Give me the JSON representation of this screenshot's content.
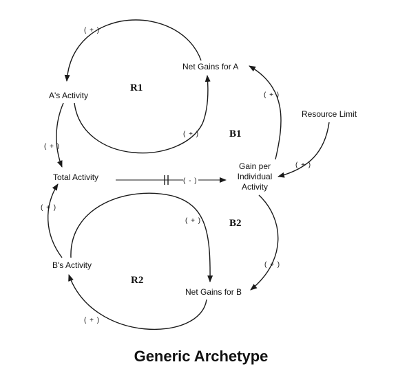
{
  "nodes": {
    "a_activity": "A's Activity",
    "net_gains_a": "Net Gains for A",
    "resource_limit": "Resource Limit",
    "total_activity": "Total Activity",
    "gain_line1": "Gain per",
    "gain_line2": "Individual",
    "gain_line3": "Activity",
    "b_activity": "B's Activity",
    "net_gains_b": "Net Gains for B"
  },
  "loops": {
    "r1": "R1",
    "b1": "B1",
    "b2": "B2",
    "r2": "R2"
  },
  "polarities": {
    "a_to_net_a": "( + )",
    "net_a_to_a": "( + )",
    "gain_to_net_a": "( + )",
    "a_to_total": "( + )",
    "resource_to_gain": "( + )",
    "total_to_gain": "( - )",
    "b_to_total": "( + )",
    "b_to_net_b": "( + )",
    "gain_to_net_b": "( + )",
    "net_b_to_b": "( + )"
  },
  "title": "Generic Archetype"
}
